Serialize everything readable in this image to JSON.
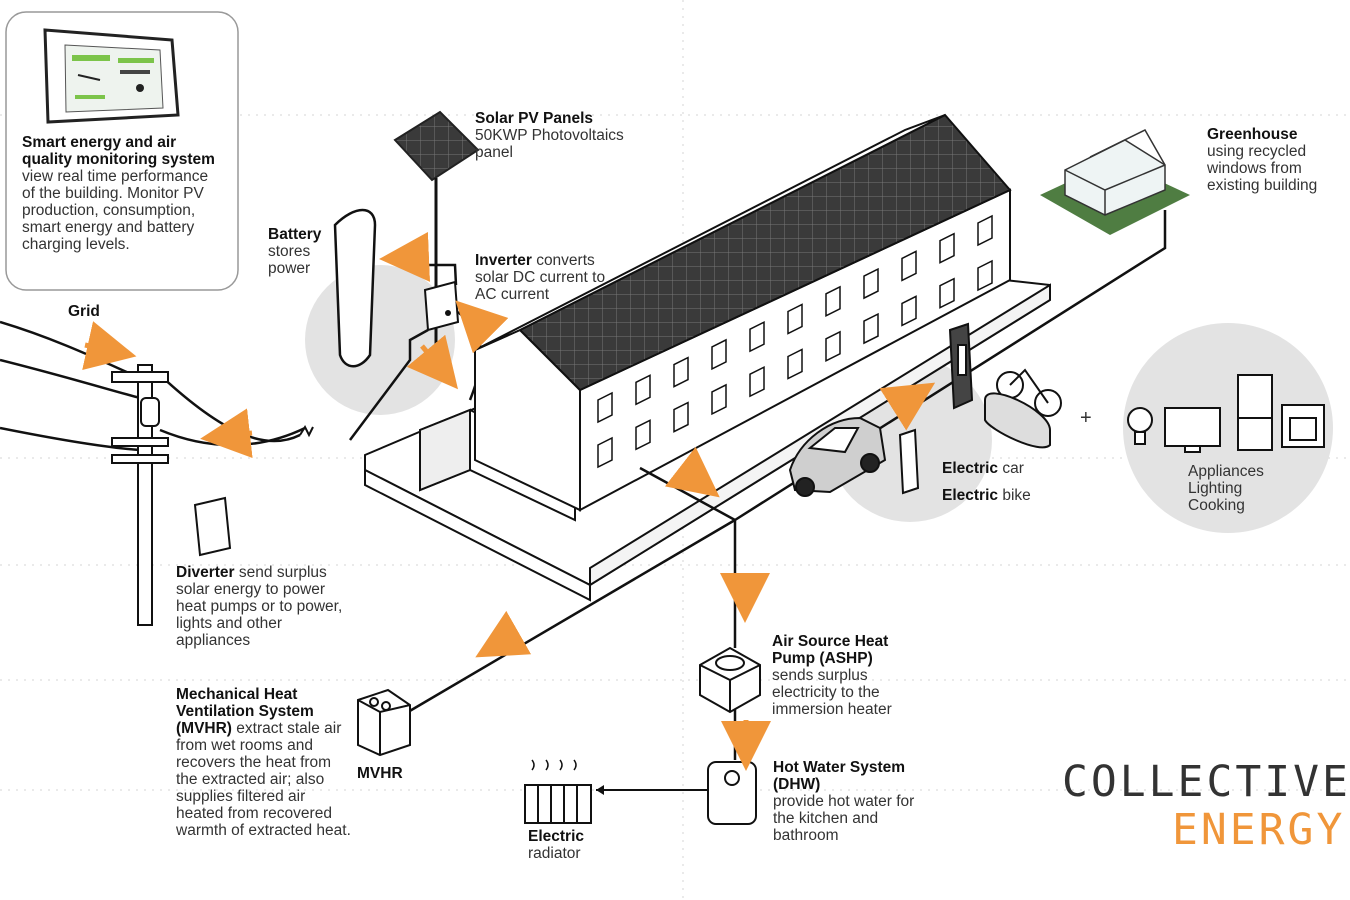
{
  "labels": {
    "smart": {
      "bold": "Smart energy and air quality monitoring system",
      "text": "view real time performance of the building.  Monitor PV production, consumption, smart energy and battery charging levels."
    },
    "solar": {
      "bold": "Solar PV Panels",
      "text": "50KWP Photovoltaics panel"
    },
    "battery": {
      "bold": "Battery",
      "text": "stores power"
    },
    "inverter": {
      "bold": "Inverter",
      "text": "converts solar DC current to AC current"
    },
    "grid": {
      "bold": "Grid"
    },
    "greenhouse": {
      "bold": "Greenhouse",
      "text": "using recycled windows from existing building"
    },
    "electric_car": {
      "bold": "Electric",
      "text": "car"
    },
    "electric_bike": {
      "bold": "Electric",
      "text": "bike"
    },
    "appliances": {
      "text": "Appliances Lighting Cooking"
    },
    "plus": "+",
    "diverter": {
      "bold": "Diverter",
      "text": "send surplus solar energy to power heat pumps or to power, lights and other appliances"
    },
    "ashp": {
      "bold": "Air Source Heat Pump (ASHP)",
      "text": "sends surplus electricity to the immersion heater"
    },
    "mvhr": {
      "bold": "Mechanical Heat Ventilation System (MVHR)",
      "text": "extract stale air from wet rooms and recovers the heat from the extracted air; also supplies filtered air heated from recovered warmth of extracted heat."
    },
    "mvhr_unit": {
      "bold": "MVHR"
    },
    "dhw": {
      "bold": "Hot Water System (DHW)",
      "text": "provide hot water for the kitchen and bathroom"
    },
    "radiator": {
      "bold": "Electric",
      "text": "radiator"
    }
  },
  "logo": {
    "line1": "COLLECTIVE",
    "line2": "ENERGY"
  },
  "colors": {
    "accent": "#f0963a",
    "line": "#111111",
    "circle": "#e3e3e3",
    "panel": "#3b3b3b",
    "grass": "#4f7d42"
  }
}
